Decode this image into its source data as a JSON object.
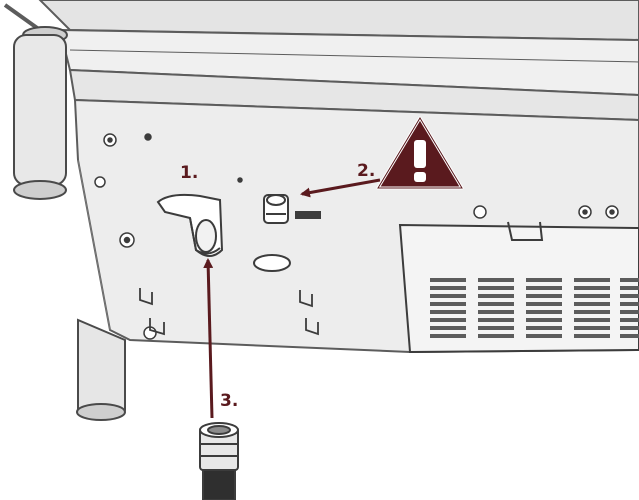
{
  "colors": {
    "accent": "#5a1a1e",
    "line": "#5c5c5c",
    "panel": "#ececec",
    "frame": "#dcdcdc"
  },
  "steps": [
    {
      "label": "1."
    },
    {
      "label": "2."
    },
    {
      "label": "3."
    }
  ],
  "icons": {
    "warning": "warning-triangle-icon",
    "hose": "hose-icon"
  }
}
